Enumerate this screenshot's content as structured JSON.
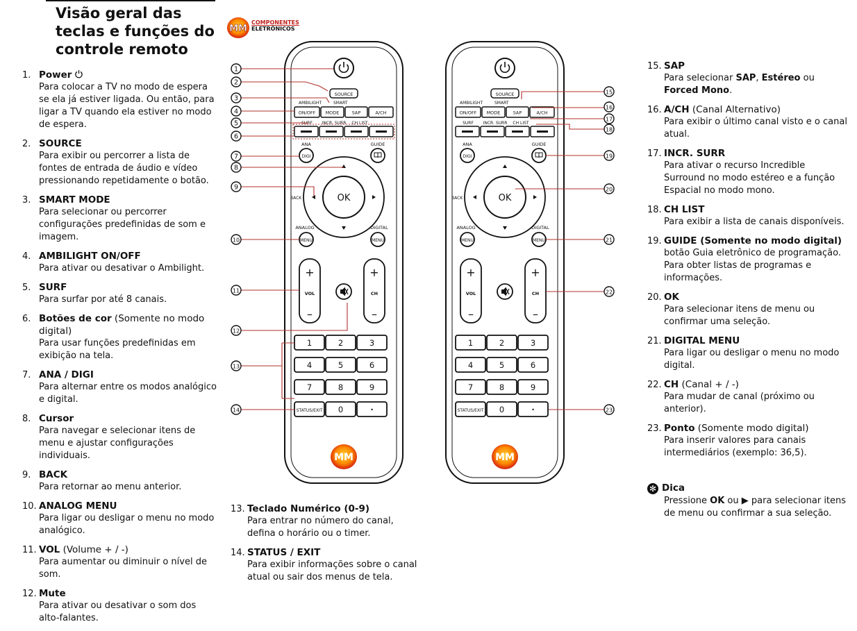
{
  "header": {
    "title_lines": [
      "Visão geral das",
      "teclas e funções do",
      "controle remoto"
    ]
  },
  "brand": {
    "logo_text": "MM",
    "line1": "COMPONENTES",
    "line2": "ELETRÔNICOS"
  },
  "left_items": [
    {
      "n": "1.",
      "h": "Power",
      "icon": "power-icon",
      "d": "Para colocar a TV no modo de espera se ela já estiver ligada. Ou então, para ligar a TV quando ela estiver no modo de espera."
    },
    {
      "n": "2.",
      "h": "SOURCE",
      "d": "Para exibir ou percorrer a lista de fontes de entrada de áudio e vídeo pressionando repetidamente o botão."
    },
    {
      "n": "3.",
      "h": "SMART MODE",
      "d": "Para selecionar ou percorrer configurações predefinidas de som e imagem."
    },
    {
      "n": "4.",
      "h": "AMBILIGHT ON/OFF",
      "d": "Para ativar ou desativar o Ambilight."
    },
    {
      "n": "5.",
      "h": "SURF",
      "d": "Para surfar por até 8 canais."
    },
    {
      "n": "6.",
      "h": "Botões de cor",
      "h2": " (Somente no modo digital)",
      "d": "Para usar funções predefinidas em exibição na tela."
    },
    {
      "n": "7.",
      "h": "ANA / DIGI",
      "d": "Para alternar entre os modos analógico e digital."
    },
    {
      "n": "8.",
      "h": "Cursor",
      "d": "Para navegar e selecionar itens de menu e ajustar configurações individuais."
    },
    {
      "n": "9.",
      "h": "BACK",
      "d": "Para retornar ao menu anterior."
    },
    {
      "n": "10.",
      "h": "ANALOG MENU",
      "d": "Para ligar ou desligar o menu no modo analógico."
    },
    {
      "n": "11.",
      "h": "VOL",
      "h2": " (Volume + / -)",
      "d": "Para aumentar ou diminuir o nível de som."
    },
    {
      "n": "12.",
      "h": "Mute",
      "d": "Para ativar ou desativar o som dos alto-falantes."
    }
  ],
  "mid_items": [
    {
      "n": "13.",
      "h": "Teclado Numérico (0-9)",
      "d": "Para entrar no número do canal, defina o horário ou o timer."
    },
    {
      "n": "14.",
      "h": "STATUS / EXIT",
      "d": "Para exibir informações sobre o canal atual ou sair dos menus de tela."
    }
  ],
  "right_items": [
    {
      "n": "15.",
      "h": "SAP",
      "d_parts": [
        [
          "Para selecionar ",
          ""
        ],
        [
          "SAP",
          "b"
        ],
        [
          ", ",
          ""
        ],
        [
          "Estéreo",
          "b"
        ],
        [
          " ou ",
          ""
        ],
        [
          "Forced Mono",
          "b"
        ],
        [
          ".",
          ""
        ]
      ]
    },
    {
      "n": "16.",
      "h": "A/CH",
      "h2": " (Canal Alternativo)",
      "d": "Para exibir o último canal visto e o canal atual."
    },
    {
      "n": "17.",
      "h": "INCR. SURR",
      "d": "Para ativar o recurso Incredible Surround no modo estéreo e a função Espacial no modo mono."
    },
    {
      "n": "18.",
      "h": "CH LIST",
      "d": "Para exibir a lista de canais disponíveis."
    },
    {
      "n": "19.",
      "h": "GUIDE (Somente no modo digital)",
      "d": "botão Guia eletrônico de programação. Para obter listas de programas e informações."
    },
    {
      "n": "20.",
      "h": "OK",
      "d": "Para selecionar itens de menu ou confirmar uma seleção."
    },
    {
      "n": "21.",
      "h": "DIGITAL MENU",
      "d": "Para ligar ou desligar o menu no modo digital."
    },
    {
      "n": "22.",
      "h": "CH",
      "h2": " (Canal + / -)",
      "d": "Para mudar de canal (próximo ou anterior)."
    },
    {
      "n": "23.",
      "h": "Ponto",
      "h2": " (Somente modo digital)",
      "d": "Para inserir valores para canais intermediários (exemplo: 36,5)."
    }
  ],
  "tip": {
    "title": "Dica",
    "d_parts": [
      [
        "Pressione ",
        ""
      ],
      [
        "OK",
        "b"
      ],
      [
        " ou ",
        ""
      ],
      [
        "▶",
        "b"
      ],
      [
        " para selecionar itens de menu ou confirmar a sua seleção.",
        ""
      ]
    ]
  },
  "remote": {
    "source": "SOURCE",
    "ambilight": "AMBILIGHT",
    "smart": "SMART",
    "row1": [
      "ON/OFF",
      "MODE",
      "SAP",
      "A/CH"
    ],
    "row2_labels": [
      "SURF",
      "INCR. SURR",
      "CH LIST"
    ],
    "ana": "ANA",
    "digi": "DIGI",
    "guide": "GUIDE",
    "back": "BACK",
    "ok": "OK",
    "analog": "ANALOG",
    "digital": "DIGITAL",
    "menu": "MENU",
    "vol": "VOL",
    "ch": "CH",
    "keys": [
      "1",
      "2",
      "3",
      "4",
      "5",
      "6",
      "7",
      "8",
      "9"
    ],
    "status": "STATUS/EXIT",
    "zero": "0",
    "dot": "·",
    "logo": "MM"
  },
  "callouts_left": [
    "1",
    "2",
    "3",
    "4",
    "5",
    "6",
    "7",
    "8",
    "9",
    "10",
    "11",
    "12",
    "13",
    "14"
  ],
  "callouts_right": [
    "15",
    "16",
    "17",
    "18",
    "19",
    "20",
    "21",
    "22",
    "23"
  ]
}
